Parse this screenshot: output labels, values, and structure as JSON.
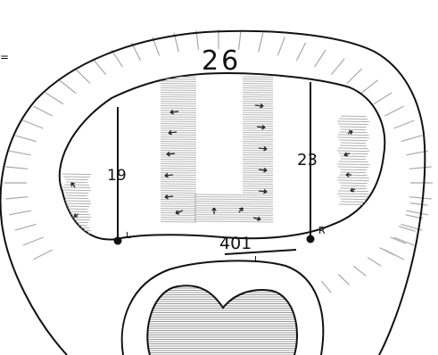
{
  "diagram": {
    "edge_mark": "=",
    "outer_label": "26",
    "left_depth": "19",
    "right_depth": "23",
    "left_marker": "L",
    "right_marker": "R",
    "bottom_label": "401",
    "bottom_sub": "I"
  },
  "colors": {
    "ink": "#111111",
    "shading": "#9a9a9a",
    "hatch": "#a8a8a8",
    "paper": "#ffffff"
  }
}
